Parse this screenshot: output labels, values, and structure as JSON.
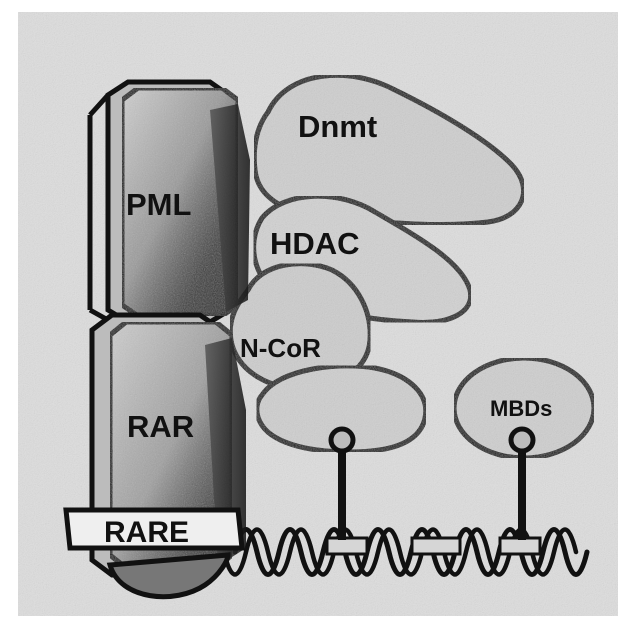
{
  "labels": {
    "pml": "PML",
    "rar": "RAR",
    "rare": "RARE",
    "dnmt": "Dnmt",
    "hdac": "HDAC",
    "ncor": "N-CoR",
    "mbds": "MBDs"
  },
  "colors": {
    "background": "#ffffff",
    "paper": "#dcdcdc",
    "ink": "#111111",
    "blob_fill": "#cfcfcf",
    "protein_light": "#c4c4c4",
    "protein_dark": "#2a2a2a"
  }
}
